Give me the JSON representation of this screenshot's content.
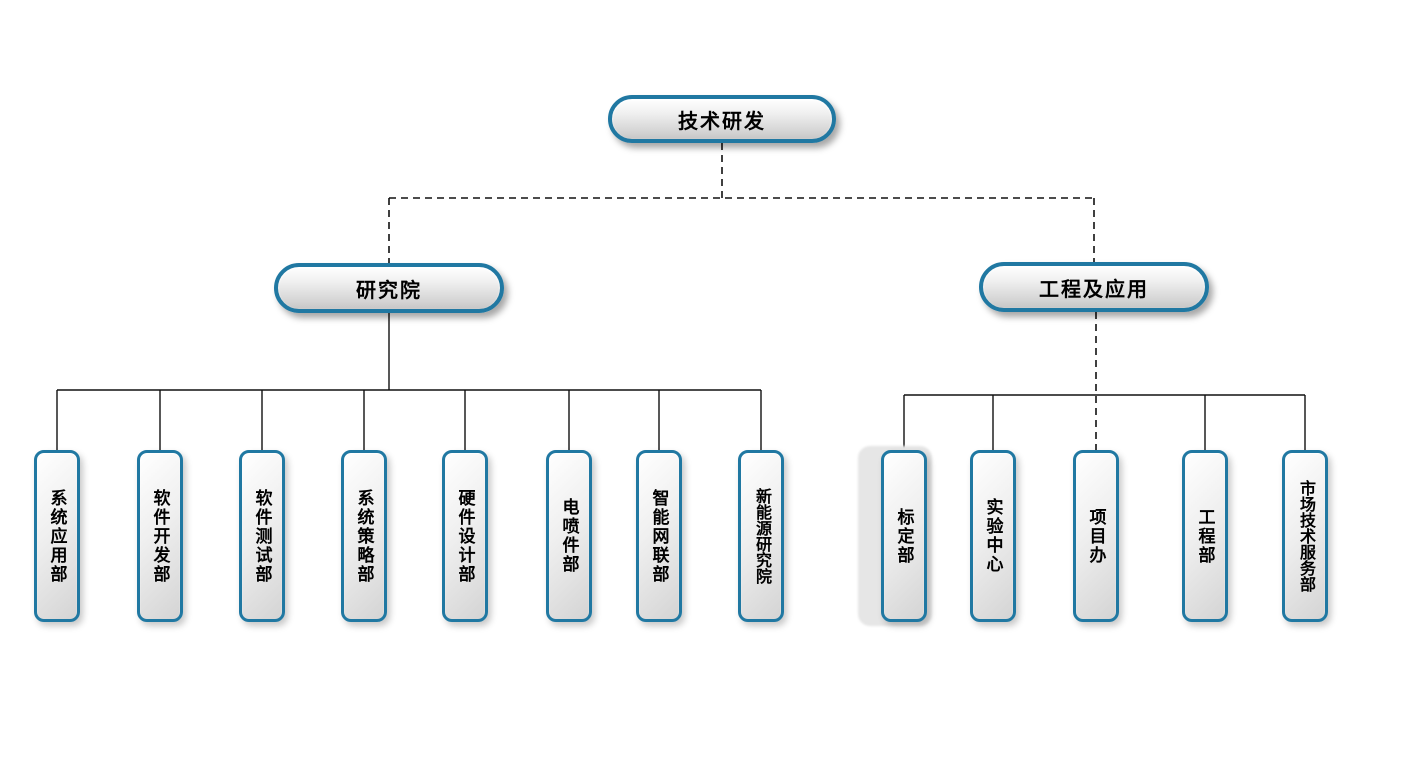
{
  "chart": {
    "type": "org-chart",
    "root": {
      "label": "技术研发"
    },
    "level2": [
      {
        "label": "研究院"
      },
      {
        "label": "工程及应用"
      }
    ],
    "research_departments": [
      {
        "label": "系统应用部"
      },
      {
        "label": "软件开发部"
      },
      {
        "label": "软件测试部"
      },
      {
        "label": "系统策略部"
      },
      {
        "label": "硬件设计部"
      },
      {
        "label": "电喷件部"
      },
      {
        "label": "智能网联部"
      },
      {
        "label": "新能源研究院"
      }
    ],
    "engineering_departments": [
      {
        "label": "标定部"
      },
      {
        "label": "实验中心"
      },
      {
        "label": "项目办"
      },
      {
        "label": "工程部"
      },
      {
        "label": "市场技术服务部"
      }
    ],
    "colors": {
      "node_border": "#2078a2",
      "node_fill_top": "#ffffff",
      "node_fill_bottom": "#c6c6c6",
      "line": "#000000",
      "background": "#ffffff"
    }
  }
}
